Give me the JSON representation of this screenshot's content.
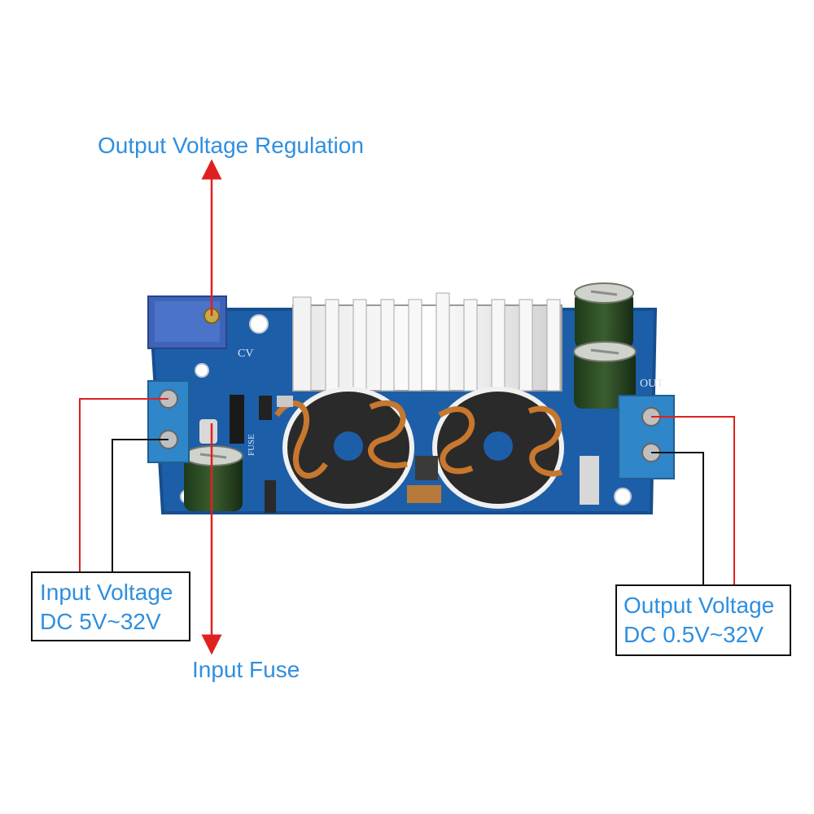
{
  "labels": {
    "regulation": "Output Voltage Regulation",
    "input_fuse": "Input Fuse"
  },
  "input_box": {
    "line1": "Input Voltage",
    "line2": "DC 5V~32V"
  },
  "output_box": {
    "line1": "Output Voltage",
    "line2": "DC 0.5V~32V"
  },
  "board_marks": {
    "cv": "CV",
    "out": "OUT",
    "fuse": "FUSE"
  },
  "colors": {
    "label_blue": "#2f8fde",
    "pcb_blue": "#1d5ea8",
    "terminal_blue": "#2f86c9",
    "arrow_red": "#e02020",
    "wire_black": "#111111",
    "copper": "#c8772e"
  }
}
